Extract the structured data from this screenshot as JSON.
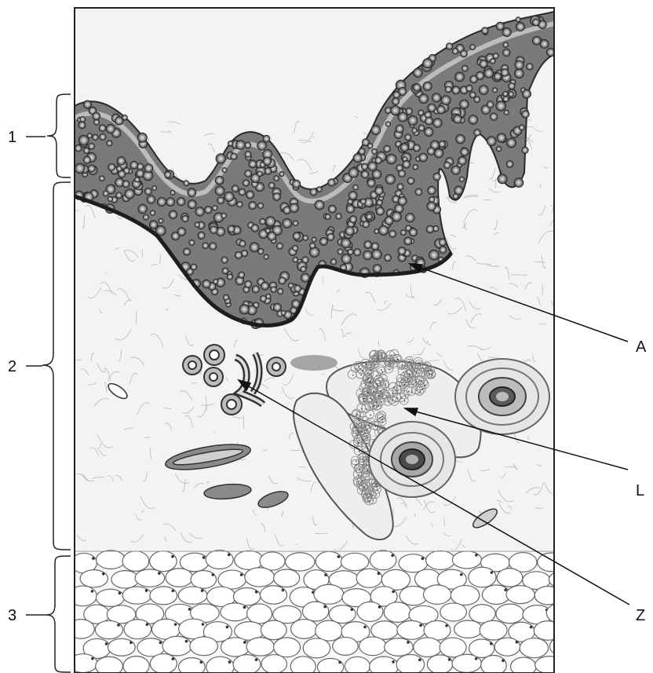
{
  "figure": {
    "labels": {
      "layer_1": "1",
      "layer_2": "2",
      "layer_3": "3",
      "A": "A",
      "L": "L",
      "Z": "Z"
    }
  }
}
